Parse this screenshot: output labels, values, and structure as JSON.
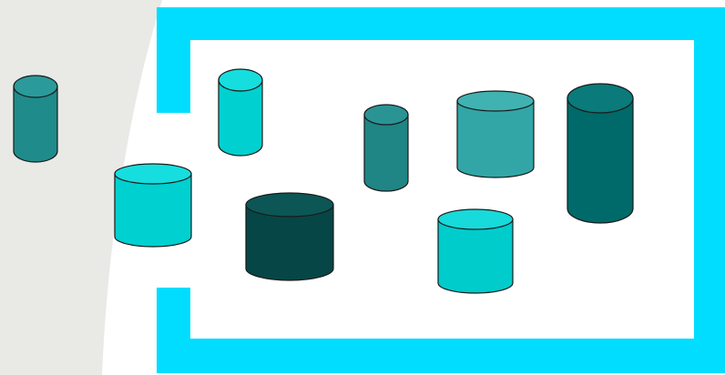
{
  "colors": {
    "background": "#ffffff",
    "background_swoosh": "#e9e9e6",
    "enclosure": "#00ddff",
    "outline": "#1a1a1a"
  },
  "enclosure": {
    "shape": "rectangular-frame-with-left-opening",
    "color": "#00ddff"
  },
  "cylinders": [
    {
      "name": "cylinder-outside-left",
      "body": "#1f8b8b",
      "top": "#2a9a9a"
    },
    {
      "name": "cylinder-inside-left-bottom",
      "body": "#00d0d0",
      "top": "#17dede"
    },
    {
      "name": "cylinder-inside-left-top",
      "body": "#00d0d0",
      "top": "#17dede"
    },
    {
      "name": "cylinder-center-dark",
      "body": "#074646",
      "top": "#0c5656"
    },
    {
      "name": "cylinder-center-small",
      "body": "#1f8585",
      "top": "#2a9494"
    },
    {
      "name": "cylinder-center-wide",
      "body": "#32a6a6",
      "top": "#40b2b2"
    },
    {
      "name": "cylinder-bottom-cyan",
      "body": "#00cccc",
      "top": "#17dada"
    },
    {
      "name": "cylinder-right-tall",
      "body": "#006a6a",
      "top": "#0a7a7a"
    }
  ]
}
